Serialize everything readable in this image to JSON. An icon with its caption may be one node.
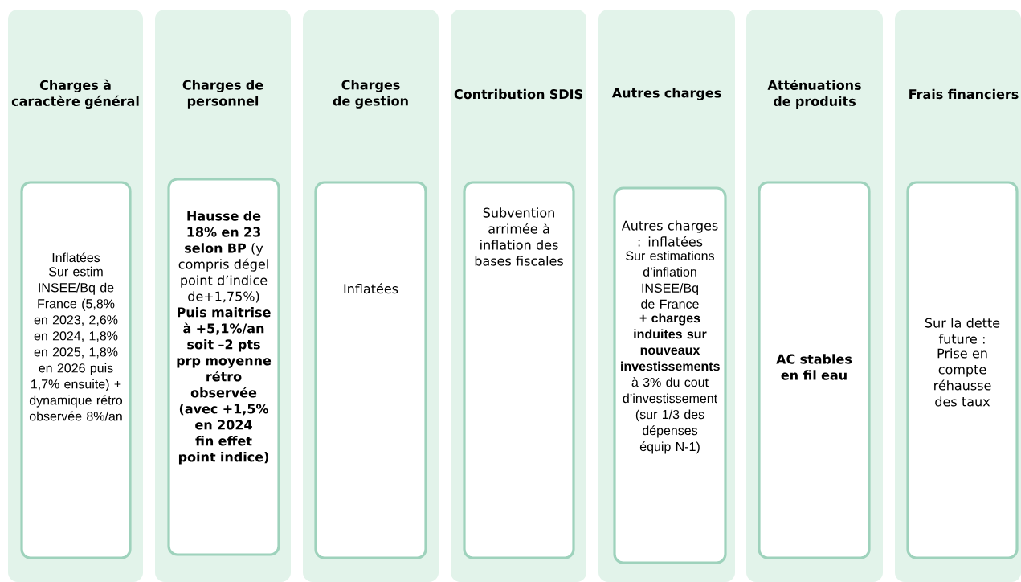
{
  "diagram": {
    "nodes": [
      {
        "text": [
          "Charges à caractère général"
        ]
      },
      {
        "text": [
          "Inflatées",
          "Sur estim INSEE/Bq de France (5,8% en 2023, 2,6% en 2024, 1,8% en 2025, 1,8% en 2026 puis 1,7% ensuite) + dynamique rétro observée 8%/an"
        ],
        "in": 0
      },
      {
        "text": [
          "Charges de personnel"
        ]
      },
      {
        "text": [
          "**Hausse de 18% en 23 selon BP** (y compris dégel point d’indice de+1,75%)",
          "Puis maitrise à +5,1%/an soit –2 pts prp moyenne rétro observée (avec +1,5% en 2024 fin effet point indice)"
        ],
        "in": 2
      },
      {
        "text": [
          "Charges de gestion"
        ]
      },
      {
        "text": [
          "Inflatées"
        ],
        "in": 4
      },
      {
        "text": [
          "Contribution SDIS"
        ]
      },
      {
        "text": [
          "Subvention arrimée à inflation des bases fiscales"
        ],
        "in": 6
      },
      {
        "text": [
          "Autres charges"
        ]
      },
      {
        "text": [
          "Autres charges : inflatées",
          "Sur estimations d’inflation INSEE/Bq de France",
          "**+ charges induites sur nouveaux investissements** à 3% du cout d’investissement (sur 1/3 des dépenses équip N-1)"
        ],
        "in": 8
      },
      {
        "text": [
          "Atténuations de produits"
        ]
      },
      {
        "text": [
          "AC stables en fil eau"
        ],
        "in": 10
      },
      {
        "text": [
          "Frais financiers"
        ]
      },
      {
        "text": [
          "Sur la dette future :",
          "Prise en compte réhausse des taux"
        ],
        "in": 12
      }
    ]
  }
}
